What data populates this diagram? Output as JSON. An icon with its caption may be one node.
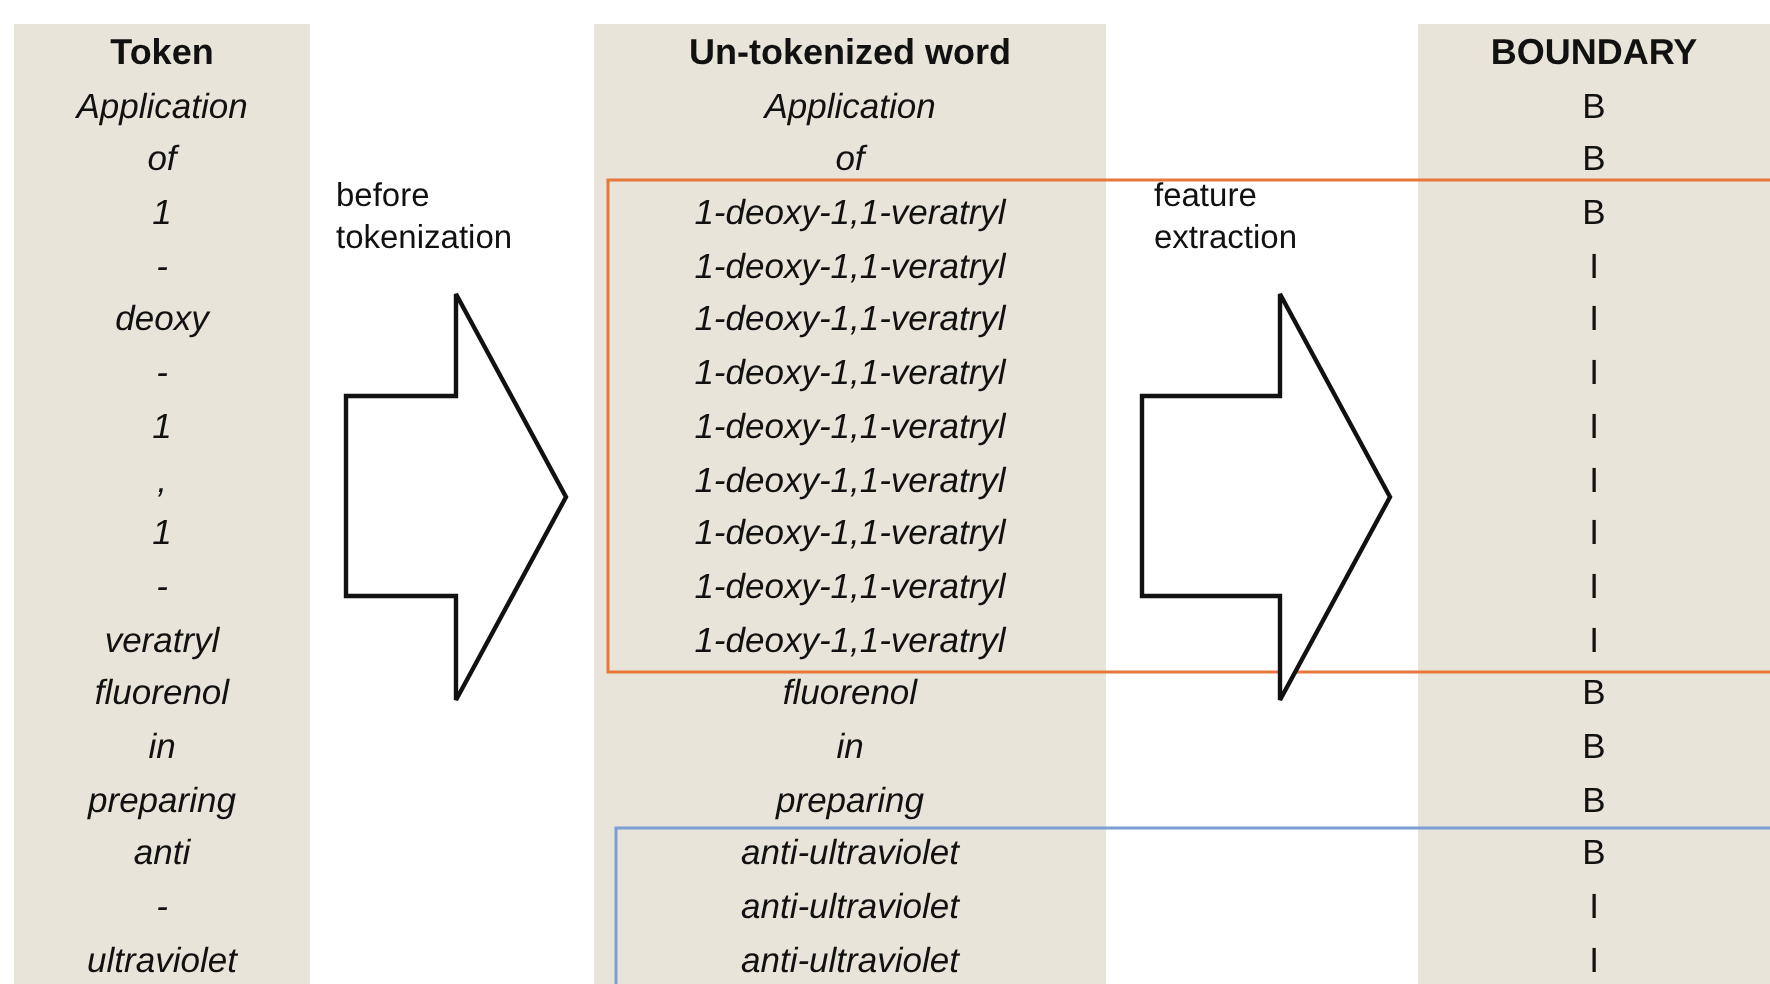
{
  "diagram": {
    "nodes": [
      {
        "text": [
          "Token",
          "Application",
          "of",
          "1",
          "-",
          "deoxy",
          "-",
          "1",
          ",",
          "1",
          "-",
          "veratryl",
          "fluorenol",
          "in",
          "preparing",
          "anti",
          "-",
          "ultraviolet"
        ]
      },
      {
        "text": [
          "Un-tokenized word",
          "Application",
          "of",
          "1-deoxy-1,1-veratryl",
          "1-deoxy-1,1-veratryl",
          "1-deoxy-1,1-veratryl",
          "1-deoxy-1,1-veratryl",
          "1-deoxy-1,1-veratryl",
          "1-deoxy-1,1-veratryl",
          "1-deoxy-1,1-veratryl",
          "1-deoxy-1,1-veratryl",
          "1-deoxy-1,1-veratryl",
          "fluorenol",
          "in",
          "preparing",
          "anti-ultraviolet",
          "anti-ultraviolet",
          "anti-ultraviolet"
        ]
      },
      {
        "text": [
          "BOUNDARY",
          "B",
          "B",
          "B",
          "I",
          "I",
          "I",
          "I",
          "I",
          "I",
          "I",
          "I",
          "B",
          "B",
          "B",
          "B",
          "I",
          "I"
        ]
      }
    ],
    "edges": [
      {
        "from": 0,
        "to": 1,
        "arrow": "to"
      },
      {
        "from": 1,
        "to": 2,
        "arrow": "to"
      }
    ],
    "labels": [
      "before tokenization",
      "feature extraction"
    ]
  }
}
